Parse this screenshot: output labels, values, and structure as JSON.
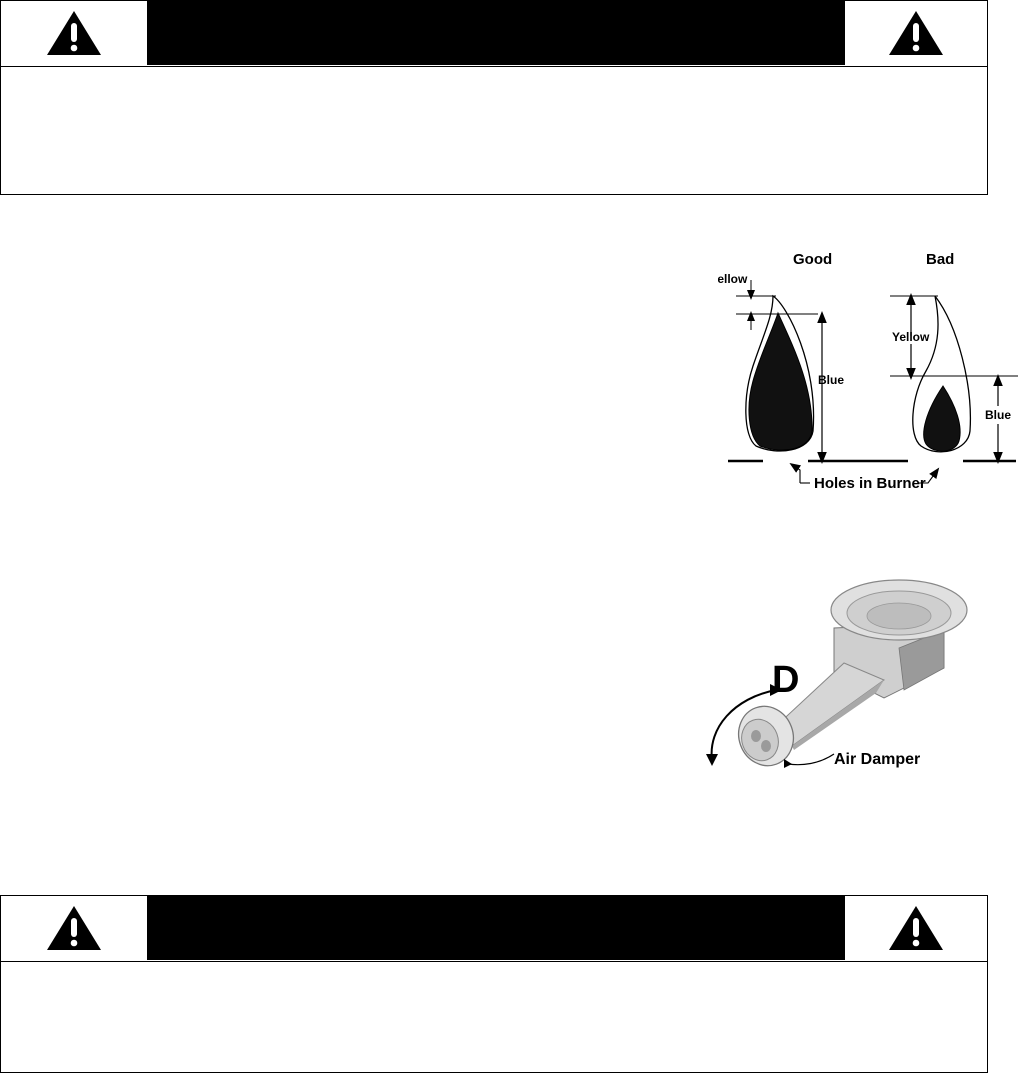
{
  "warning_top": {
    "icon": "warning-triangle-icon",
    "heading": "",
    "body": ""
  },
  "flame_diagram": {
    "good_label": "Good",
    "bad_label": "Bad",
    "good_yellow_label": "Yellow",
    "good_blue_label": "Blue",
    "bad_yellow_label": "Yellow",
    "bad_blue_label": "Blue",
    "burner_label": "Holes in Burner"
  },
  "burner_diagram": {
    "callout_letter": "D",
    "damper_label": "Air Damper"
  },
  "warning_bottom": {
    "icon": "warning-triangle-icon",
    "heading": "",
    "body": ""
  },
  "colors": {
    "ink": "#000000",
    "paper": "#ffffff",
    "metal_light": "#d9d9d9",
    "metal_mid": "#bdbdbd",
    "metal_dark": "#8f8f8f"
  }
}
